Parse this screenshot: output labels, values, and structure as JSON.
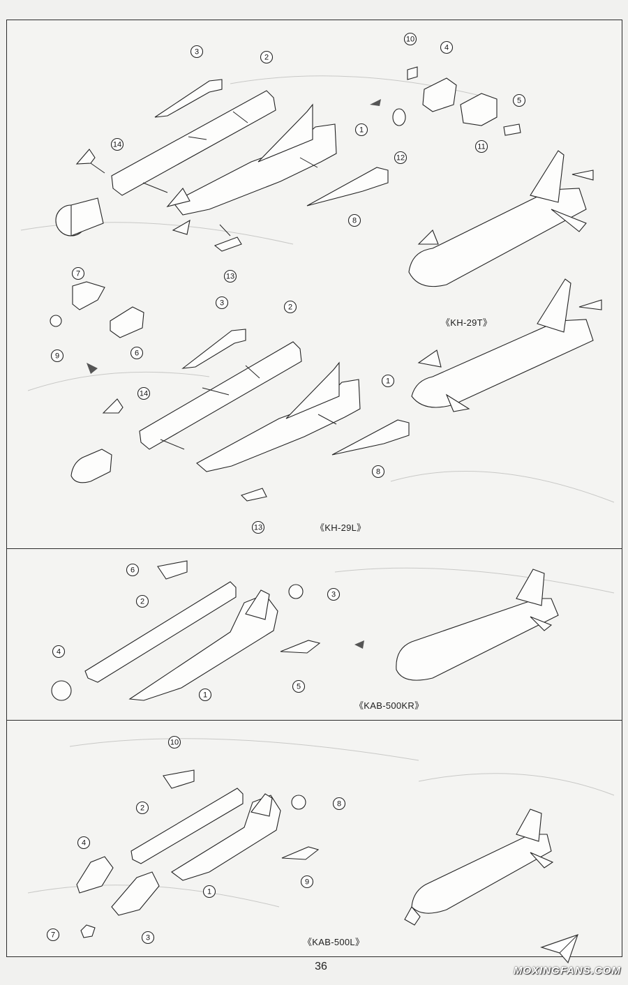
{
  "page_number": "36",
  "watermark": "MOXINGFANS.COM",
  "sections": [
    {
      "caption_top": "《KH-29T》",
      "caption_bottom": "《KH-29L》"
    },
    {
      "caption": "《KAB-500KR》"
    },
    {
      "caption": "《KAB-500L》"
    }
  ],
  "callouts": {
    "kh29t": [
      "3",
      "2",
      "1",
      "14",
      "8",
      "13",
      "10",
      "4",
      "5",
      "11",
      "12"
    ],
    "kh29l": [
      "7",
      "9",
      "6",
      "3",
      "2",
      "1",
      "14",
      "8",
      "13"
    ],
    "kab500kr": [
      "6",
      "2",
      "4",
      "1",
      "3",
      "5"
    ],
    "kab500l": [
      "10",
      "2",
      "8",
      "4",
      "9",
      "1",
      "7",
      "3"
    ]
  }
}
